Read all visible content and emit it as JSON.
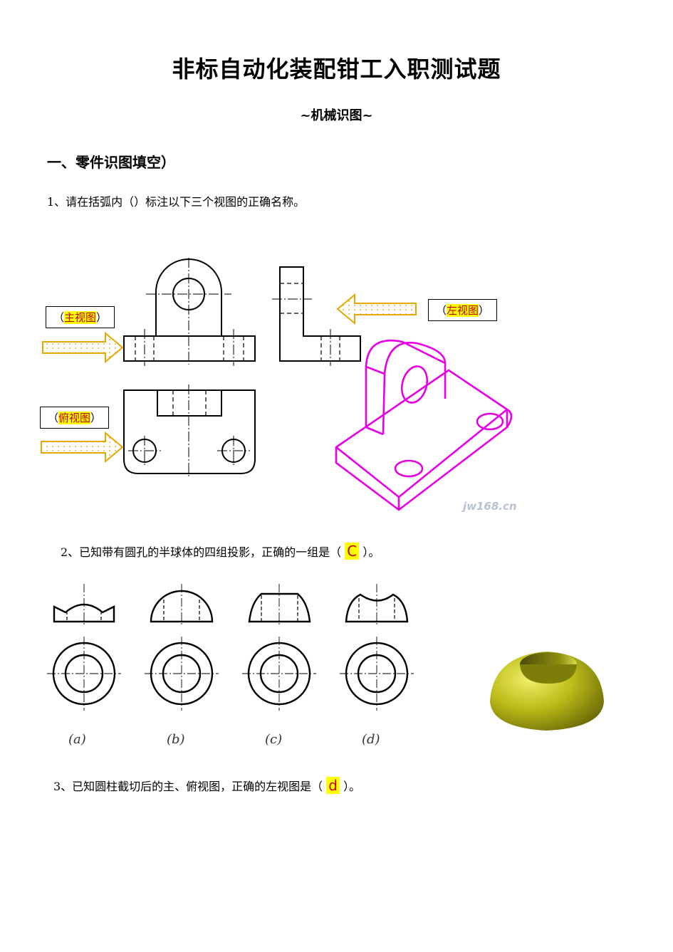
{
  "title": "非标自动化装配钳工入职测试题",
  "subtitle": "~机械识图~",
  "section1": "一、零件识图填空）",
  "q1": {
    "text": "1、请在括弧内（）标注以下三个视图的正确名称。",
    "labels": {
      "front": "主视图",
      "left": "左视图",
      "top": "俯视图"
    },
    "paren_open": "（",
    "paren_close": "）",
    "watermark": "jw168.cn"
  },
  "q2": {
    "prefix": "2、已知带有圆孔的半球体的四组投影，正确的一组是（",
    "answer": "C",
    "suffix": "）。",
    "options": [
      "(a)",
      "(b)",
      "(c)",
      "(d)"
    ]
  },
  "q3": {
    "prefix": "3、已知圆柱截切后的主、俯视图，正确的左视图是（",
    "answer": "d",
    "suffix": "）。"
  },
  "colors": {
    "highlight": "#ffff00",
    "answer_text": "#c00000",
    "iso_model": "#e600e6",
    "arrow": "#e6a800",
    "dome": "#bcbc1a"
  }
}
